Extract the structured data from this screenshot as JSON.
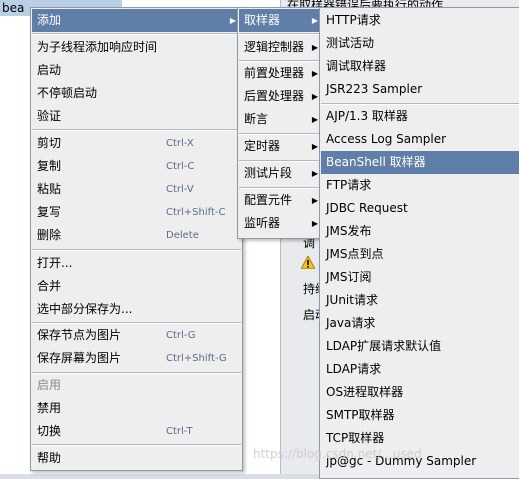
{
  "tree": {
    "selected_item": "bea"
  },
  "background_panel": {
    "top_text": "在取样器错误后要执行的动作",
    "labels": [
      "调",
      "持续",
      "启动"
    ]
  },
  "menu1": {
    "items": [
      {
        "label": "添加",
        "submenu": true
      },
      {
        "label": "为子线程添加响应时间"
      },
      {
        "label": "启动"
      },
      {
        "label": "不停顿启动"
      },
      {
        "label": "验证"
      },
      {
        "label": "剪切",
        "accel": "Ctrl-X"
      },
      {
        "label": "复制",
        "accel": "Ctrl-C"
      },
      {
        "label": "粘贴",
        "accel": "Ctrl-V"
      },
      {
        "label": "复写",
        "accel": "Ctrl+Shift-C"
      },
      {
        "label": "删除",
        "accel": "Delete"
      },
      {
        "label": "打开..."
      },
      {
        "label": "合并"
      },
      {
        "label": "选中部分保存为..."
      },
      {
        "label": "保存节点为图片",
        "accel": "Ctrl-G"
      },
      {
        "label": "保存屏幕为图片",
        "accel": "Ctrl+Shift-G"
      },
      {
        "label": "启用"
      },
      {
        "label": "禁用"
      },
      {
        "label": "切换",
        "accel": "Ctrl-T"
      },
      {
        "label": "帮助"
      }
    ]
  },
  "menu2": {
    "items": [
      {
        "label": "取样器"
      },
      {
        "label": "逻辑控制器"
      },
      {
        "label": "前置处理器"
      },
      {
        "label": "后置处理器"
      },
      {
        "label": "断言"
      },
      {
        "label": "定时器"
      },
      {
        "label": "测试片段"
      },
      {
        "label": "配置元件"
      },
      {
        "label": "监听器"
      }
    ]
  },
  "menu3": {
    "items": [
      {
        "label": "HTTP请求"
      },
      {
        "label": "测试活动"
      },
      {
        "label": "调试取样器"
      },
      {
        "label": "JSR223 Sampler"
      },
      {
        "label": "AJP/1.3 取样器"
      },
      {
        "label": "Access Log Sampler"
      },
      {
        "label": "BeanShell 取样器"
      },
      {
        "label": "FTP请求"
      },
      {
        "label": "JDBC Request"
      },
      {
        "label": "JMS发布"
      },
      {
        "label": "JMS点到点"
      },
      {
        "label": "JMS订阅"
      },
      {
        "label": "JUnit请求"
      },
      {
        "label": "Java请求"
      },
      {
        "label": "LDAP扩展请求默认值"
      },
      {
        "label": "LDAP请求"
      },
      {
        "label": "OS进程取样器"
      },
      {
        "label": "SMTP取样器"
      },
      {
        "label": "TCP取样器"
      },
      {
        "label": "jp@gc - Dummy Sampler"
      }
    ]
  },
  "watermark": "https://blog.csdn.net/...used",
  "colors": {
    "highlight": "#5f7ea8",
    "menu_bg": "#eeeeee",
    "accel": "#5b6c8c"
  }
}
